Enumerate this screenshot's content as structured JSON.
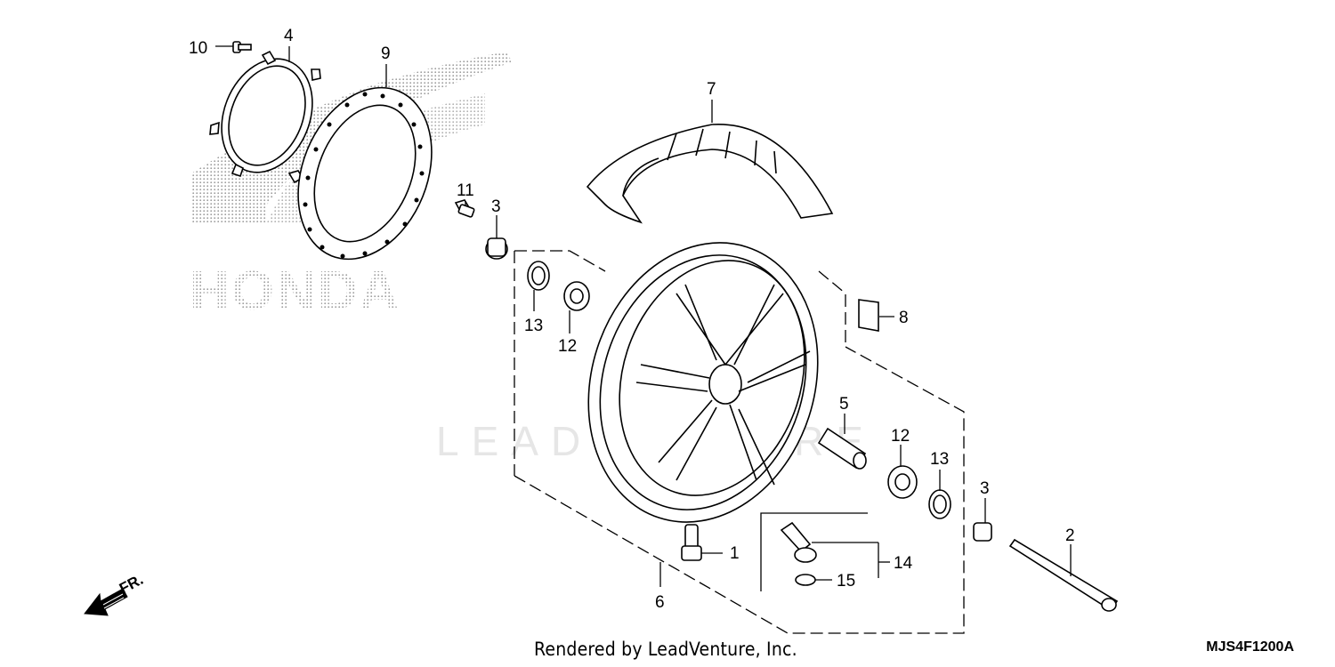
{
  "logo": {
    "wordmark": "HONDA",
    "watermark": "LEADVENTURE"
  },
  "callouts": {
    "p1": "1",
    "p2": "2",
    "p3a": "3",
    "p3b": "3",
    "p4": "4",
    "p5": "5",
    "p6": "6",
    "p7": "7",
    "p8": "8",
    "p9": "9",
    "p10": "10",
    "p11": "11",
    "p12a": "12",
    "p12b": "12",
    "p13a": "13",
    "p13b": "13",
    "p14": "14",
    "p15": "15"
  },
  "direction": {
    "label": "FR."
  },
  "footer": {
    "credit": "Rendered by LeadVenture, Inc.",
    "code": "MJS4F1200A"
  }
}
